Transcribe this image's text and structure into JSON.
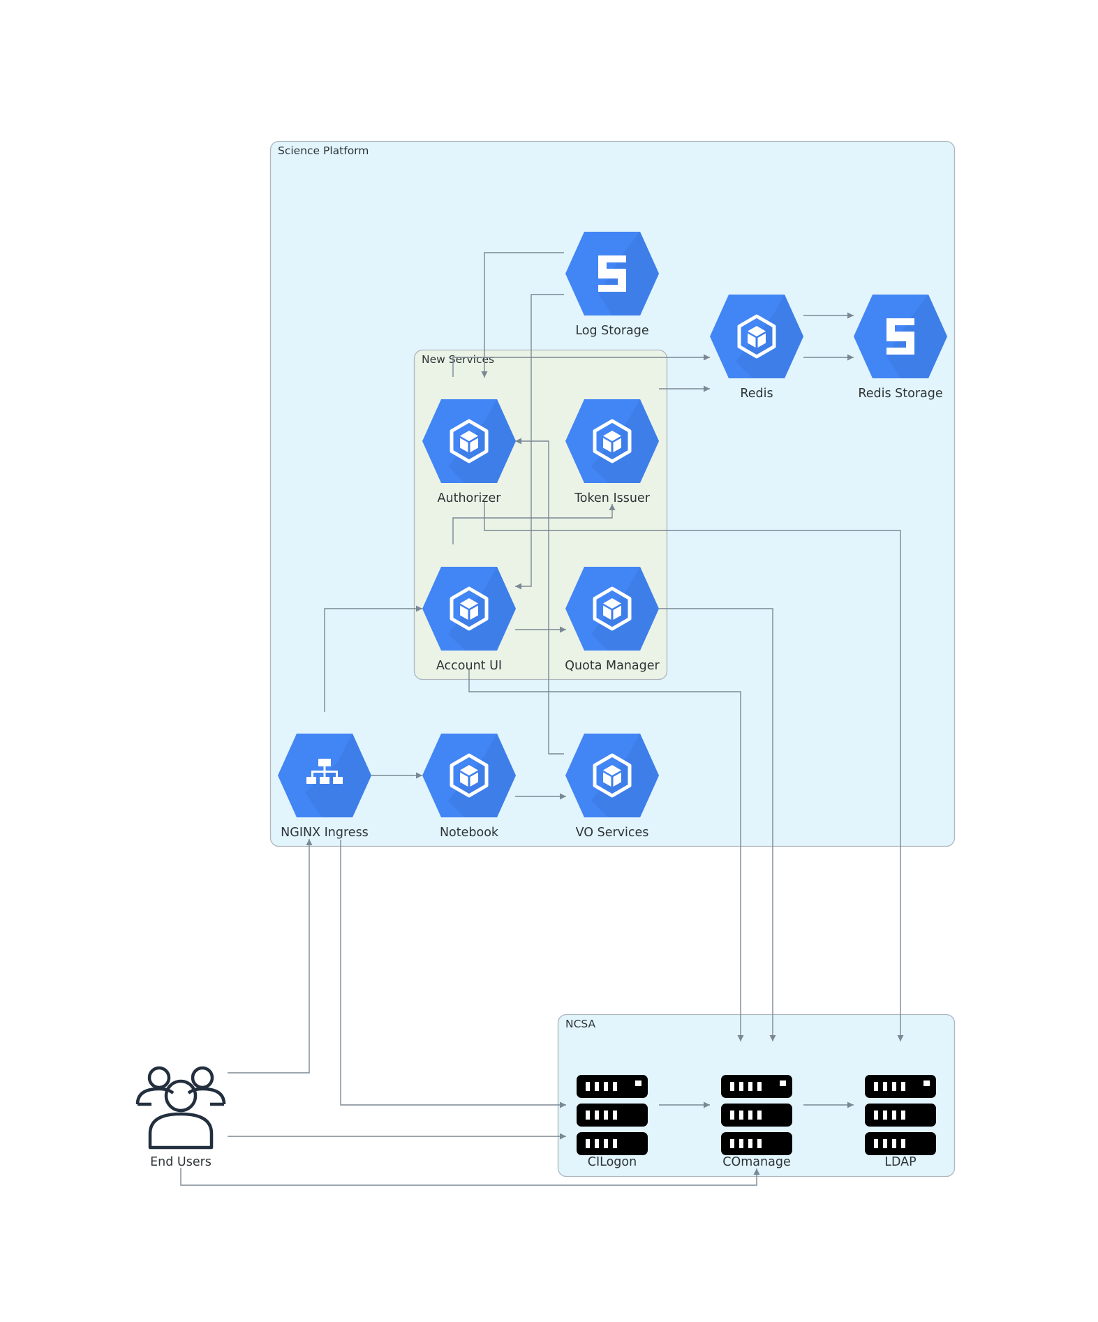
{
  "clusters": {
    "science_platform": {
      "label": "Science Platform",
      "fill": "#e2f4fc",
      "stroke": "#aeb6be"
    },
    "new_services": {
      "label": "New Services",
      "fill": "#ebf3e7",
      "stroke": "#aeb6be"
    },
    "ncsa": {
      "label": "NCSA",
      "fill": "#e2f4fc",
      "stroke": "#aeb6be"
    }
  },
  "nodes": {
    "log_storage": {
      "label": "Log Storage",
      "icon": "storage-icon"
    },
    "redis": {
      "label": "Redis",
      "icon": "kubernetes-cube-icon"
    },
    "redis_storage": {
      "label": "Redis Storage",
      "icon": "storage-icon"
    },
    "authorizer": {
      "label": "Authorizer",
      "icon": "kubernetes-cube-icon"
    },
    "token_issuer": {
      "label": "Token Issuer",
      "icon": "kubernetes-cube-icon"
    },
    "account_ui": {
      "label": "Account UI",
      "icon": "kubernetes-cube-icon"
    },
    "quota_manager": {
      "label": "Quota Manager",
      "icon": "kubernetes-cube-icon"
    },
    "nginx_ingress": {
      "label": "NGINX Ingress",
      "icon": "load-balancer-icon"
    },
    "notebook": {
      "label": "Notebook",
      "icon": "kubernetes-cube-icon"
    },
    "vo_services": {
      "label": "VO Services",
      "icon": "kubernetes-cube-icon"
    },
    "end_users": {
      "label": "End Users",
      "icon": "users-icon"
    },
    "cilogon": {
      "label": "CILogon",
      "icon": "server-rack-icon"
    },
    "comanage": {
      "label": "COmanage",
      "icon": "server-rack-icon"
    },
    "ldap": {
      "label": "LDAP",
      "icon": "server-rack-icon"
    }
  },
  "colors": {
    "hexagon": "#4285f4",
    "hexagon_shadow": "#3a78e0",
    "edge": "#7b8894",
    "server": "#000000",
    "users": "#232f3e",
    "text": "#2d3436"
  }
}
